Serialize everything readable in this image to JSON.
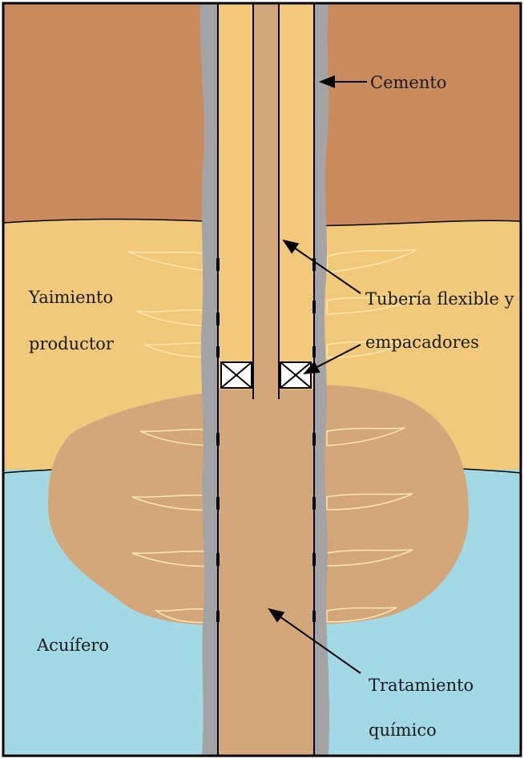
{
  "labels": {
    "cement": "Cemento",
    "tubing_line1": "Tubería flexible y",
    "tubing_line2": "empacadores",
    "reservoir_line1": "Yaimiento",
    "reservoir_line2": "productor",
    "aquifer": "Acuífero",
    "treatment_line1": "Tratamiento",
    "treatment_line2": "químico"
  },
  "colors": {
    "overburden": "#c98b5e",
    "reservoir": "#f0c97a",
    "aquifer": "#a3d8e5",
    "cement": "#a4a4a6",
    "casing": "#f2c97a",
    "treatment": "#d4a77b",
    "packer": "#ffffff",
    "fracture_outline": "#f8e9b0",
    "line": "#000000"
  }
}
